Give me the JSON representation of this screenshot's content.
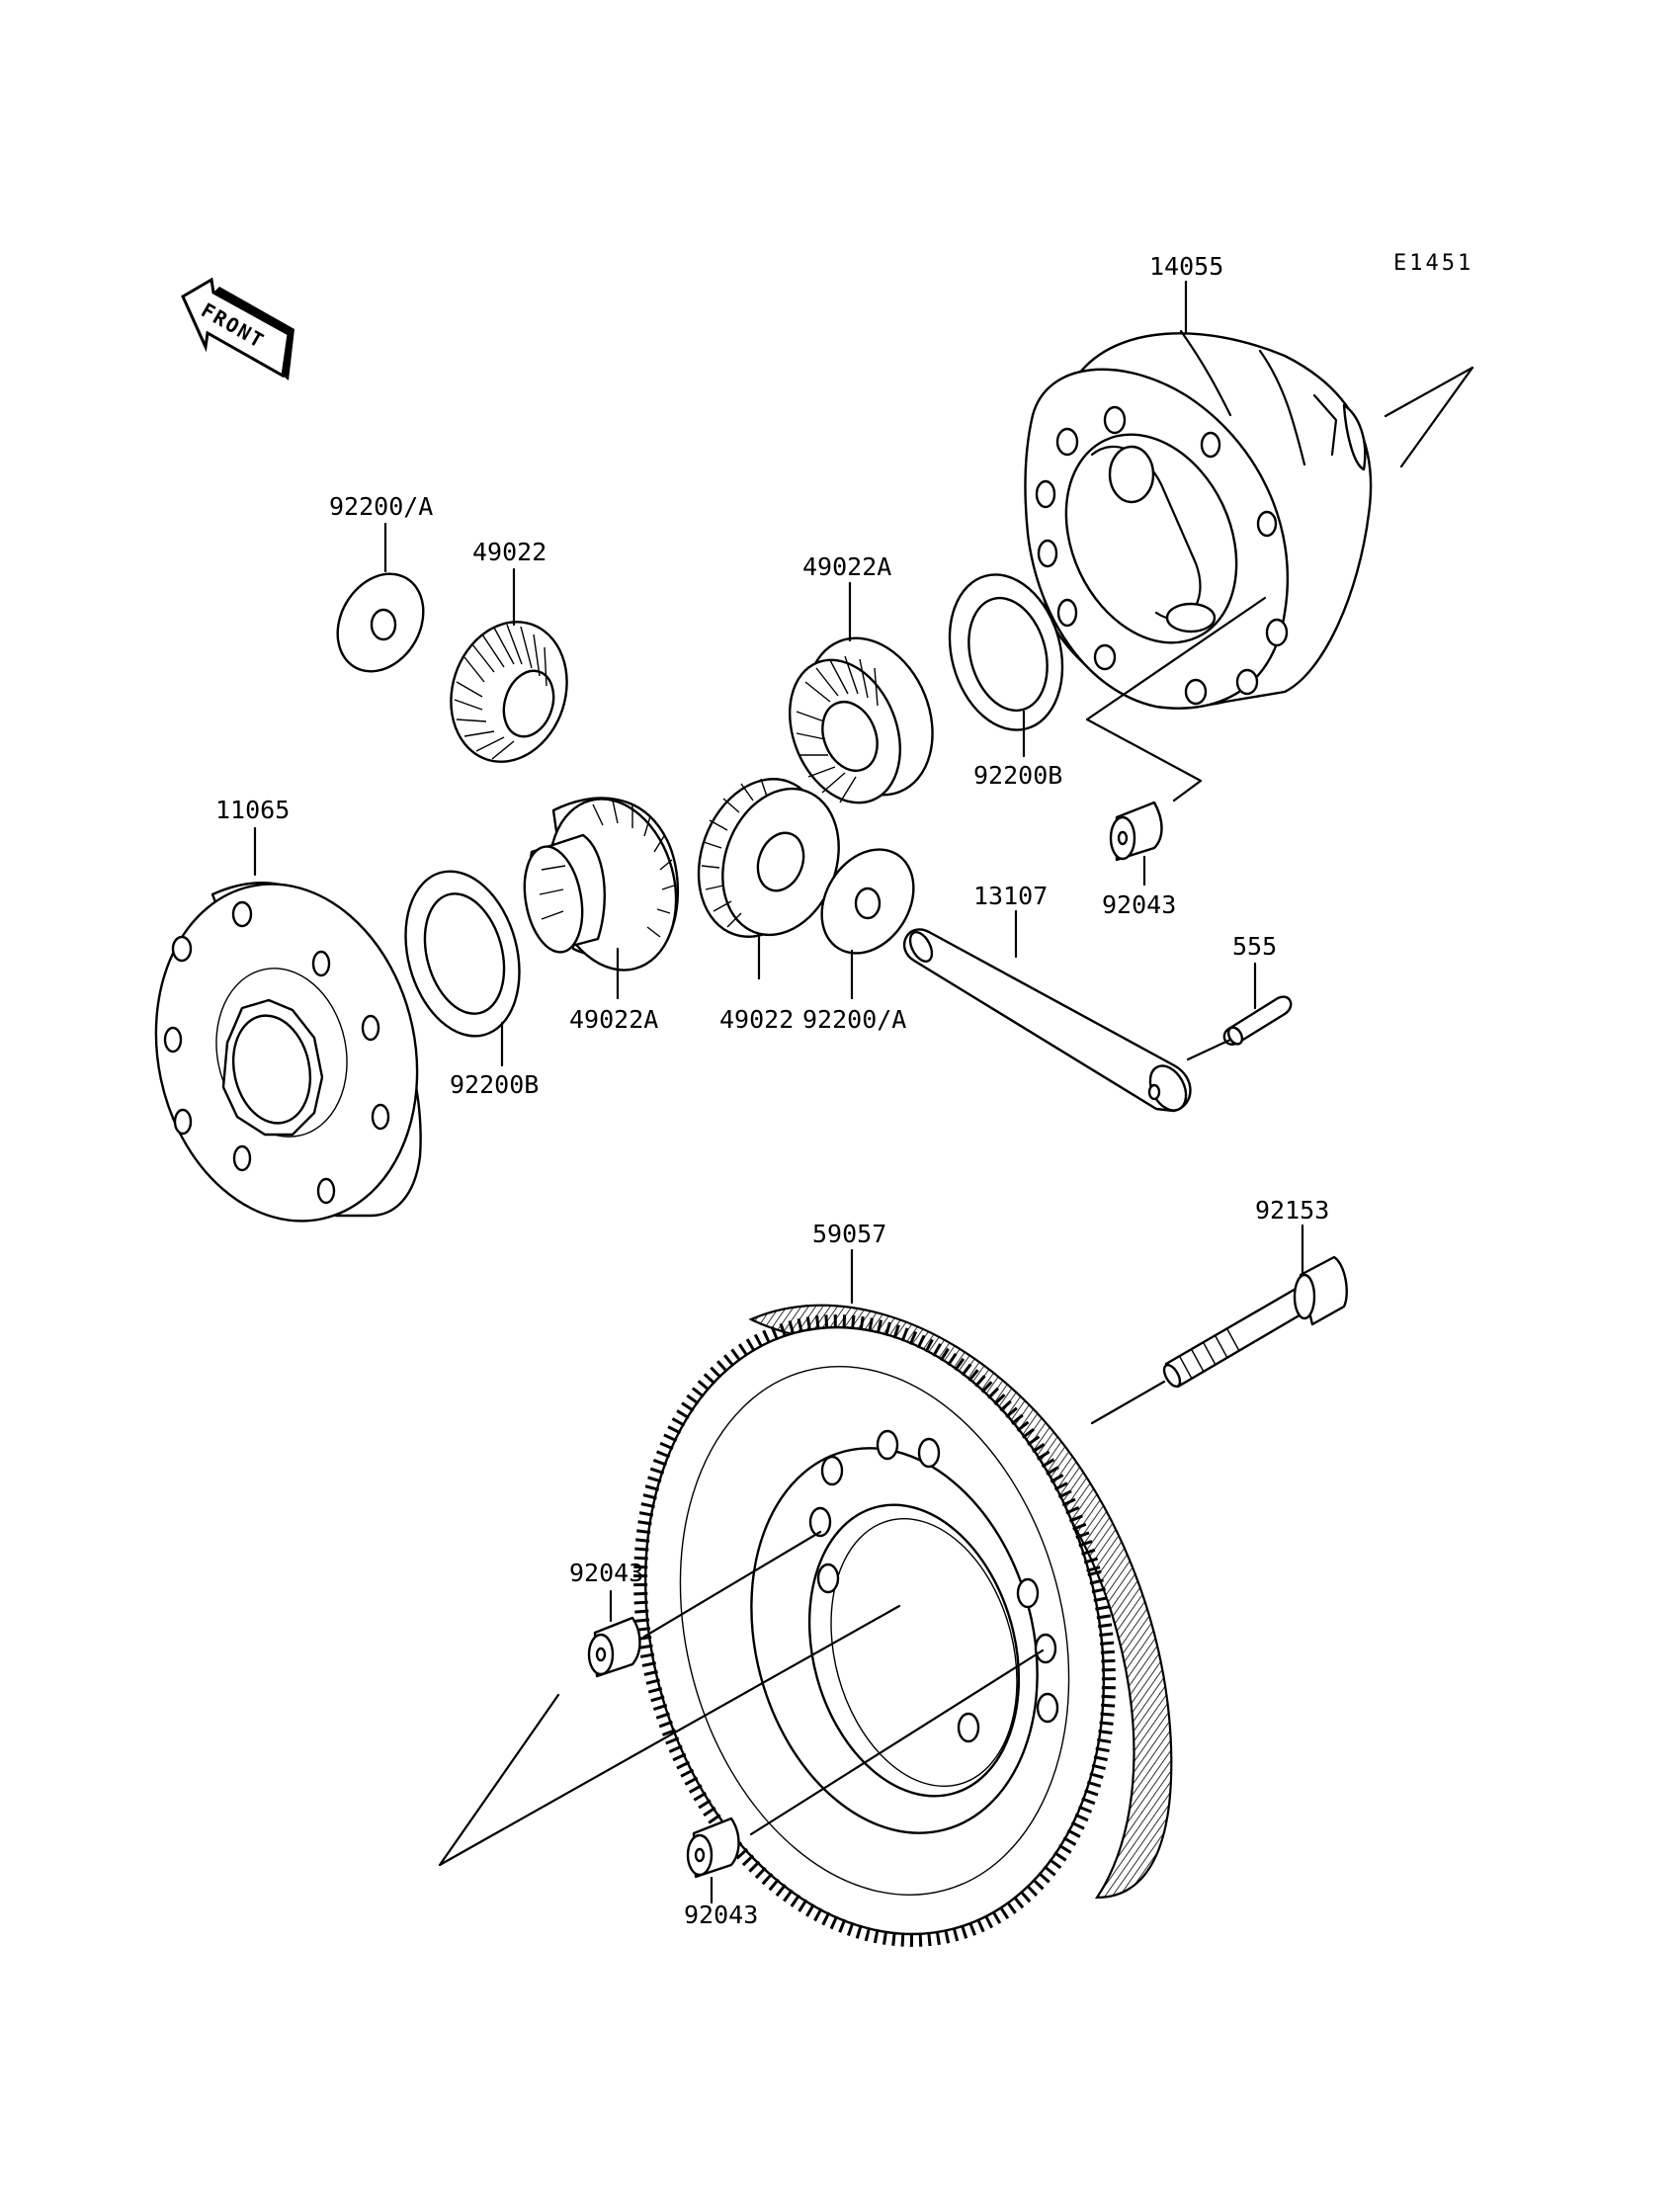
{
  "diagram": {
    "code": "E1451",
    "front_badge": "FRONT",
    "labels": {
      "p14055": "14055",
      "p92200a_top": "92200/A",
      "p49022_top": "49022",
      "p49022a_top": "49022A",
      "p92200b_right": "92200B",
      "p11065": "11065",
      "p92043_right": "92043",
      "p13107": "13107",
      "p555": "555",
      "p92200b_left": "92200B",
      "p49022a_bottom": "49022A",
      "p49022_bottom": "49022",
      "p92200a_bottom": "92200/A",
      "p59057": "59057",
      "p92153": "92153",
      "p92043_mid": "92043",
      "p92043_bottom": "92043"
    }
  }
}
